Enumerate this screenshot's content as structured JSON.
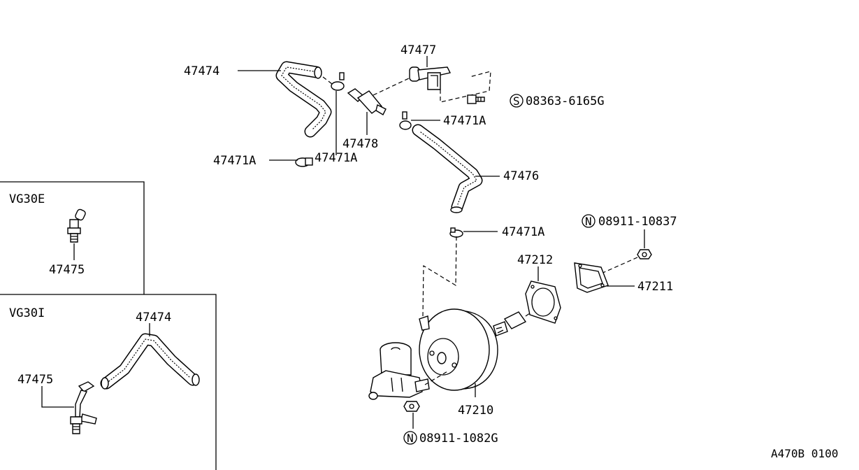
{
  "callouts": {
    "hose_upper": "47474",
    "connector_top": "47477",
    "bolt_s": "08363-6165G",
    "clamp_right": "47471A",
    "valve_check": "47478",
    "clamp_left": "47471A",
    "clamp_mid": "47471A",
    "hose_mid": "47476",
    "clamp_low": "47471A",
    "nut_n_top": "08911-10837",
    "gasket_inner": "47212",
    "gasket_outer": "47211",
    "booster": "47210",
    "nut_n_bottom": "08911-1082G"
  },
  "inset_vg30e": {
    "title": "VG30E",
    "part": "47475"
  },
  "inset_vg30i": {
    "title": "VG30I",
    "hose": "47474",
    "part": "47475"
  },
  "prefix_marks": {
    "s": "S",
    "n": "N"
  },
  "footer_code": "A470B 0100"
}
